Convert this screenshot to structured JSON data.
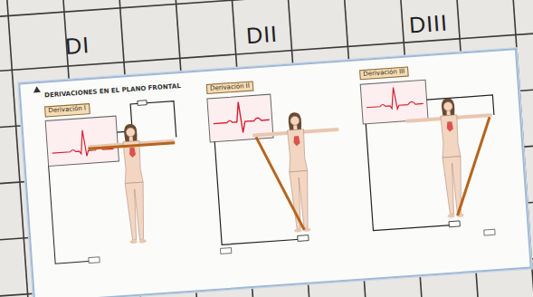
{
  "diagram": {
    "title": "DERIVACIONES EN EL PLANO FRONTAL",
    "nodes": [
      {
        "text": [
          "Derivación I"
        ]
      },
      {
        "text": [
          "Derivación II"
        ]
      },
      {
        "text": [
          "Derivación III"
        ]
      }
    ],
    "labels": [
      "DI",
      "DII",
      "DIII"
    ]
  }
}
